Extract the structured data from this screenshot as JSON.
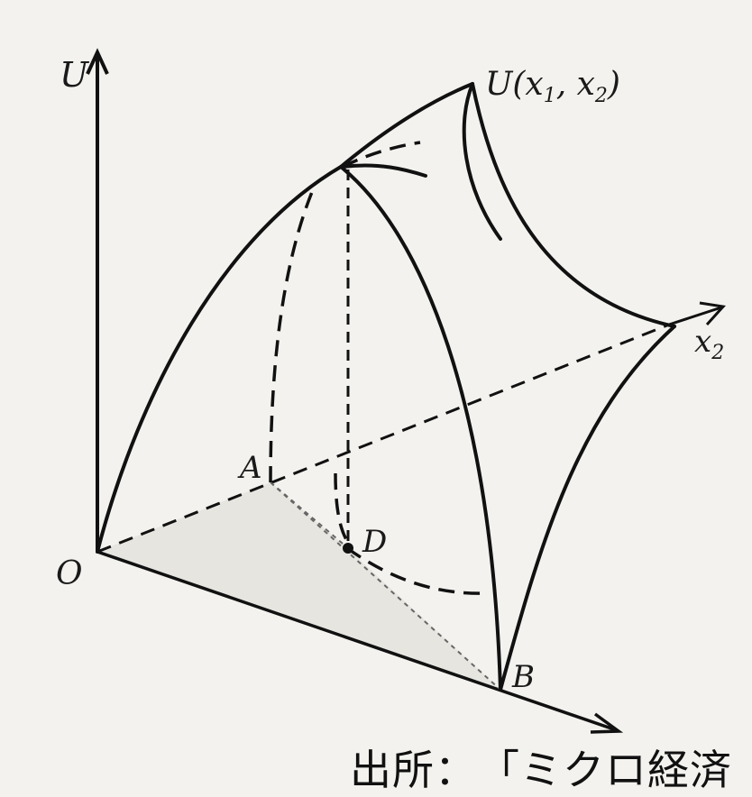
{
  "diagram": {
    "labels": {
      "u_axis": "U",
      "x2_axis": "x",
      "x2_axis_sub": "2",
      "surface": "U(x",
      "surface_sub1": "1",
      "surface_sep": ", x",
      "surface_sub2": "2",
      "surface_close": ")",
      "origin": "O",
      "point_a": "A",
      "point_b": "B",
      "point_d": "D"
    }
  },
  "caption": {
    "text": "出所：　「ミクロ経済"
  }
}
